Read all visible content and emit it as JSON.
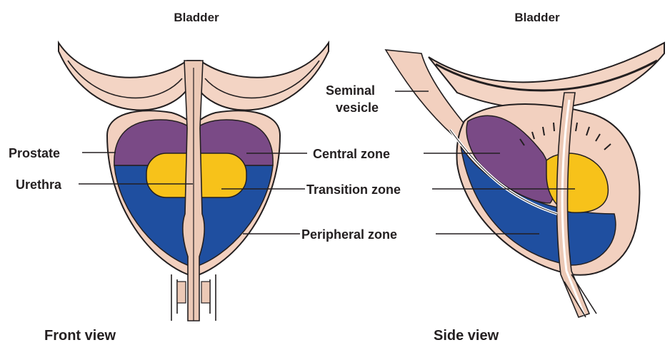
{
  "front_view": {
    "caption": "Front view",
    "bladder": "Bladder",
    "left_labels": {
      "prostate": "Prostate",
      "urethra": "Urethra"
    }
  },
  "side_view": {
    "caption": "Side view",
    "bladder": "Bladder",
    "seminal_vesicle_line1": "Seminal",
    "seminal_vesicle_line2": "vesicle"
  },
  "zones": {
    "central": "Central zone",
    "transition": "Transition zone",
    "peripheral": "Peripheral zone"
  },
  "colors": {
    "central_zone": "#7a4a86",
    "transition_zone": "#f7c21a",
    "peripheral_zone": "#1f4fa0",
    "capsule": "#f2d0bf",
    "urethra_tissue": "#ecc9b6",
    "outline": "#231f20"
  }
}
